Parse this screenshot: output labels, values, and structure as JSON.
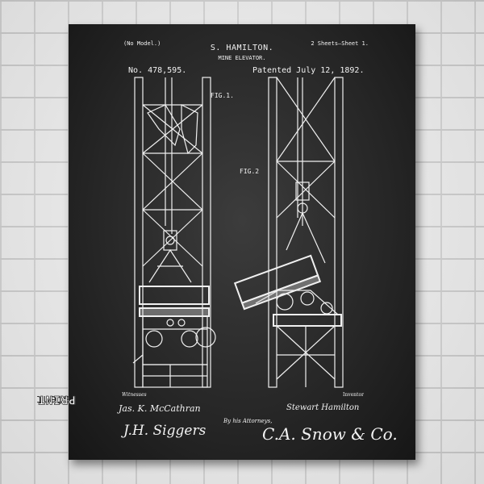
{
  "poster": {
    "model_note": "(No Model.)",
    "sheets": "2 Sheets—Sheet 1.",
    "inventor_name": "S. HAMILTON.",
    "title": "MINE ELEVATOR.",
    "patent_number": "No. 478,595.",
    "patent_date": "Patented July 12, 1892.",
    "fig1_label": "FIG.1.",
    "fig2_label": "FIG.2",
    "witnesses_label": "Witnesses",
    "inventor_label": "Inventor",
    "attorneys_label": "By his Attorneys,",
    "signature_witness_1": "Jas. K. McCathran",
    "signature_witness_2": "J.H. Siggers",
    "signature_inventor": "Stewart Hamilton",
    "signature_attorneys": "C.A. Snow & Co."
  },
  "watermark": {
    "prefix": "Patent",
    "brand": "PRINT"
  },
  "colors": {
    "poster_background": "#262626",
    "drawing_lines": "#f2f2f2",
    "wall": "#ececec"
  }
}
